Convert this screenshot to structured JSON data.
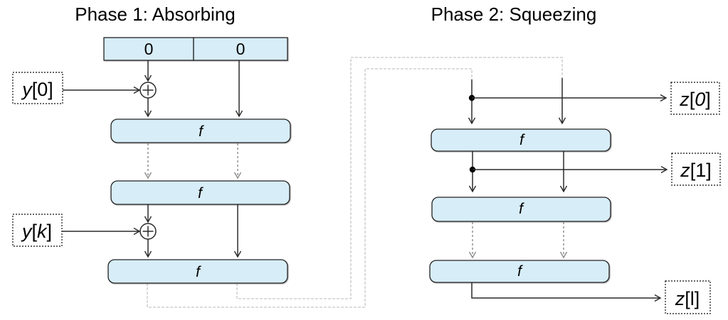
{
  "titles": {
    "phase1": "Phase 1: Absorbing",
    "phase2": "Phase 2: Squeezing"
  },
  "state_register": {
    "cells": [
      "0",
      "0"
    ]
  },
  "f_block_label": "f",
  "inputs": [
    {
      "var": "y",
      "bracket_open": "[",
      "index": "0",
      "bracket_close": "]",
      "index_style": "normal"
    },
    {
      "var": "y",
      "bracket_open": "[",
      "index": "k",
      "bracket_close": "]",
      "index_style": "italic"
    }
  ],
  "outputs": [
    {
      "var": "z",
      "bracket_open": "[",
      "index": "0",
      "bracket_close": "]",
      "index_style": "italic"
    },
    {
      "var": "z",
      "bracket_open": "[",
      "index": "1",
      "bracket_close": "]",
      "index_style": "normal"
    },
    {
      "var": "z",
      "bracket_open": "[",
      "index": "l",
      "bracket_close": "]",
      "index_style": "normal"
    }
  ],
  "icons": {
    "xor": "xor-plus-in-circle",
    "junction": "filled-dot",
    "arrow": "open-v-arrowhead"
  },
  "colors": {
    "block_fill": "#d7edf8",
    "block_border": "#222222",
    "line_black": "#2a2a2a",
    "line_gray_dashed": "#8a8a8a",
    "connector_light_gray": "#c6c6c6",
    "io_box_border": "#333333",
    "background": "#ffffff",
    "text": "#000000"
  }
}
